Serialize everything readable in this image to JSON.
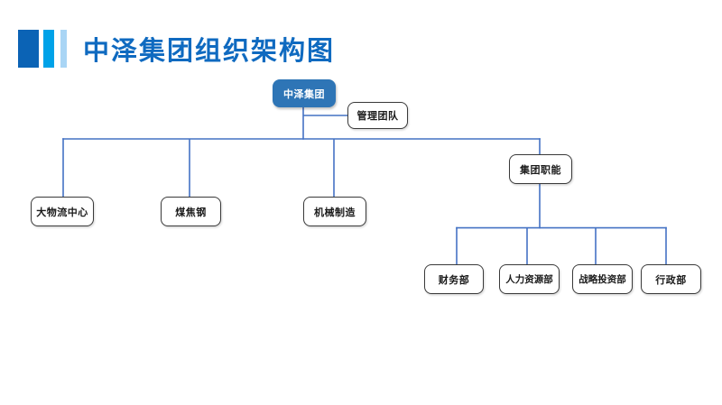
{
  "slide": {
    "title": "中泽集团组织架构图"
  },
  "logo": {
    "bar_colors": [
      "#0B63B5",
      "#00A2E8",
      "#A9D5F5"
    ]
  },
  "colors": {
    "title": "#0F6AC0",
    "line": "#4472C4",
    "root_fill": "#2E75B6",
    "root_text": "#FFFFFF",
    "node_border": "#3A3A3A",
    "node_text": "#1A1A1A"
  },
  "org": {
    "root": {
      "label": "中泽集团"
    },
    "management": {
      "label": "管理团队"
    },
    "divisions": [
      {
        "label": "大物流中心"
      },
      {
        "label": "煤焦钢"
      },
      {
        "label": "机械制造"
      }
    ],
    "functions": {
      "label": "集团职能"
    },
    "departments": [
      {
        "label": "财务部"
      },
      {
        "label": "人力资源部"
      },
      {
        "label": "战略投资部"
      },
      {
        "label": "行政部"
      }
    ]
  }
}
